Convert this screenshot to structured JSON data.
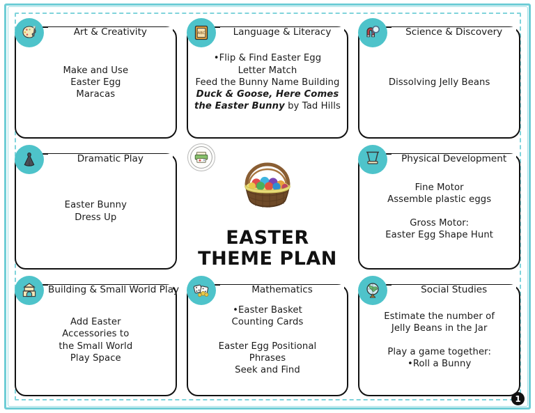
{
  "page": {
    "title": "EASTER\nTHEME PLAN",
    "page_number": "1",
    "border_color": "#6ecdd6",
    "icon_badge_color": "#4ec3ca",
    "logo_name": "printer-logo"
  },
  "cards": [
    {
      "id": "art-creativity",
      "title": "Art & Creativity",
      "icon": "paint-palette-icon",
      "body": "Make and Use\nEaster Egg\nMaracas"
    },
    {
      "id": "language-literacy",
      "title": "Language & Literacy",
      "icon": "abc-book-icon",
      "body_lines": [
        {
          "text": "•Flip & Find Easter Egg\nLetter Match",
          "style": "normal"
        },
        {
          "text": "\n",
          "style": "normal"
        },
        {
          "text": "Feed the Bunny Name Building",
          "style": "normal"
        },
        {
          "text": "\n",
          "style": "normal"
        },
        {
          "text": "Duck & Goose, Here Comes\nthe Easter Bunny",
          "style": "italic"
        },
        {
          "text": " by Tad Hills",
          "style": "normal"
        }
      ]
    },
    {
      "id": "science-discovery",
      "title": "Science & Discovery",
      "icon": "magnet-magnifier-icon",
      "body": "Dissolving Jelly Beans"
    },
    {
      "id": "dramatic-play",
      "title": "Dramatic Play",
      "icon": "costume-cape-icon",
      "body": "Easter Bunny\nDress Up"
    },
    {
      "id": "physical-development",
      "title": "Physical Development",
      "icon": "swing-icon",
      "body": "Fine Motor\nAssemble plastic eggs\n\nGross Motor:\nEaster Egg Shape Hunt"
    },
    {
      "id": "building-small-world-play",
      "title": "Building & Small World Play",
      "icon": "building-blocks-icon",
      "body": "Add Easter\nAccessories to\nthe Small World\nPlay Space"
    },
    {
      "id": "mathematics",
      "title": "Mathematics",
      "icon": "dice-icon",
      "body": "•Easter Basket\nCounting Cards\n\nEaster Egg Positional\nPhrases\nSeek and Find"
    },
    {
      "id": "social-studies",
      "title": "Social Studies",
      "icon": "globe-icon",
      "body": "Estimate the number of\nJelly Beans in the Jar\n\nPlay a game together:\n•Roll a Bunny"
    }
  ]
}
